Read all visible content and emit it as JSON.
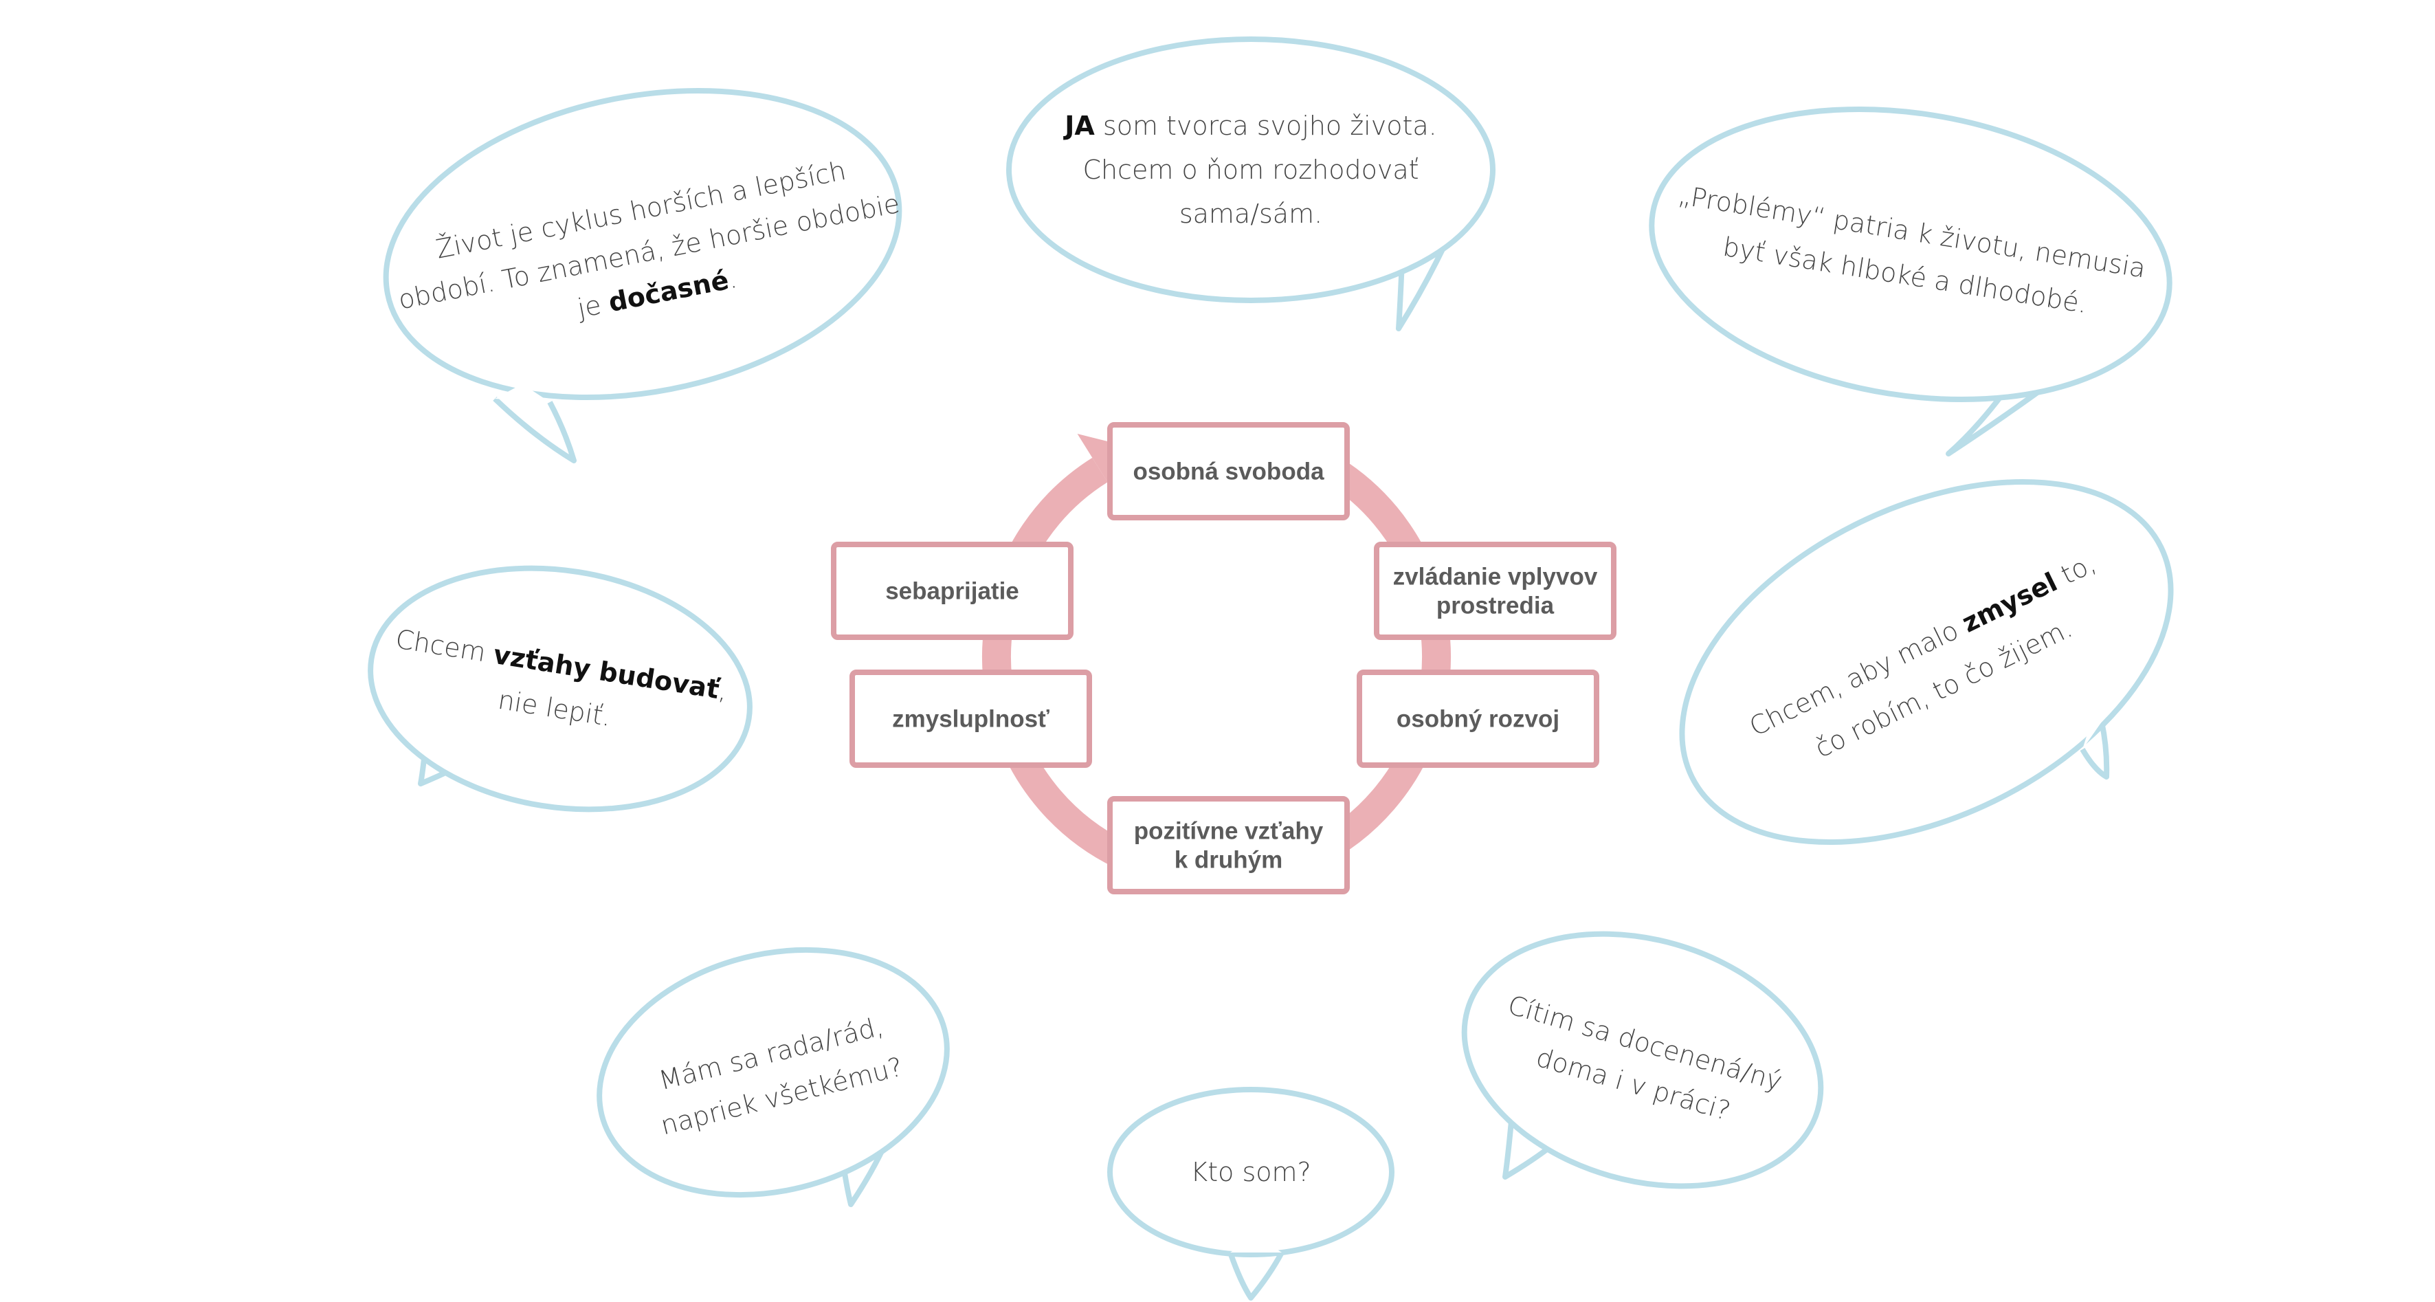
{
  "colors": {
    "bubble_stroke": "#b9dde8",
    "cycle_arrow": "#ebb0b5",
    "box_stroke": "#dc9ea5",
    "box_fill": "#ffffff",
    "box_text": "#5b5b5b",
    "bubble_text": "#444444"
  },
  "cycle": {
    "boxes": [
      {
        "id": "box-osobna-svoboda",
        "lines": [
          "osobná svoboda"
        ]
      },
      {
        "id": "box-zvladanie-vplyvov",
        "lines": [
          "zvládanie vplyvov",
          "prostredia"
        ]
      },
      {
        "id": "box-osobny-rozvoj",
        "lines": [
          "osobný rozvoj"
        ]
      },
      {
        "id": "box-pozitivne-vztahy",
        "lines": [
          "pozitívne vzťahy",
          "k druhým"
        ]
      },
      {
        "id": "box-zmysluplnost",
        "lines": [
          "zmysluplnosť"
        ]
      },
      {
        "id": "box-sebaprijatie",
        "lines": [
          "sebaprijatie"
        ]
      }
    ]
  },
  "bubbles": [
    {
      "id": "bubble-zivot-je-cyklus",
      "lines": [
        [
          {
            "t": "Život je cyklus horších a lepších"
          }
        ],
        [
          {
            "t": "období. To znamená, že horšie obdobie"
          }
        ],
        [
          {
            "t": "je "
          },
          {
            "t": "dočasné",
            "b": true
          },
          {
            "t": "."
          }
        ]
      ]
    },
    {
      "id": "bubble-ja-som-tvorca",
      "lines": [
        [
          {
            "t": "JA",
            "b": true
          },
          {
            "t": " som tvorca svojho života."
          }
        ],
        [
          {
            "t": "Chcem o ňom rozhodovať"
          }
        ],
        [
          {
            "t": "sama/sám."
          }
        ]
      ]
    },
    {
      "id": "bubble-problemy",
      "lines": [
        [
          {
            "t": "„Problémy“ patria k životu, nemusia"
          }
        ],
        [
          {
            "t": "byť však hlboké a dlhodobé."
          }
        ]
      ]
    },
    {
      "id": "bubble-vztahy-budovat",
      "lines": [
        [
          {
            "t": "Chcem "
          },
          {
            "t": "vzťahy budovať",
            "b": true
          },
          {
            "t": ","
          }
        ],
        [
          {
            "t": "nie lepiť."
          }
        ]
      ]
    },
    {
      "id": "bubble-zmysel",
      "lines": [
        [
          {
            "t": "Chcem, aby malo "
          },
          {
            "t": "zmysel",
            "b": true
          },
          {
            "t": " to,"
          }
        ],
        [
          {
            "t": "čo robím, to čo žijem."
          }
        ]
      ]
    },
    {
      "id": "bubble-mam-sa-rada",
      "lines": [
        [
          {
            "t": "Mám sa rada/rád,"
          }
        ],
        [
          {
            "t": "napriek všetkému?"
          }
        ]
      ]
    },
    {
      "id": "bubble-kto-som",
      "lines": [
        [
          {
            "t": "Kto som?"
          }
        ]
      ]
    },
    {
      "id": "bubble-citim-sa",
      "lines": [
        [
          {
            "t": "Cítim sa docenená/ný"
          }
        ],
        [
          {
            "t": "doma i v práci?"
          }
        ]
      ]
    }
  ]
}
